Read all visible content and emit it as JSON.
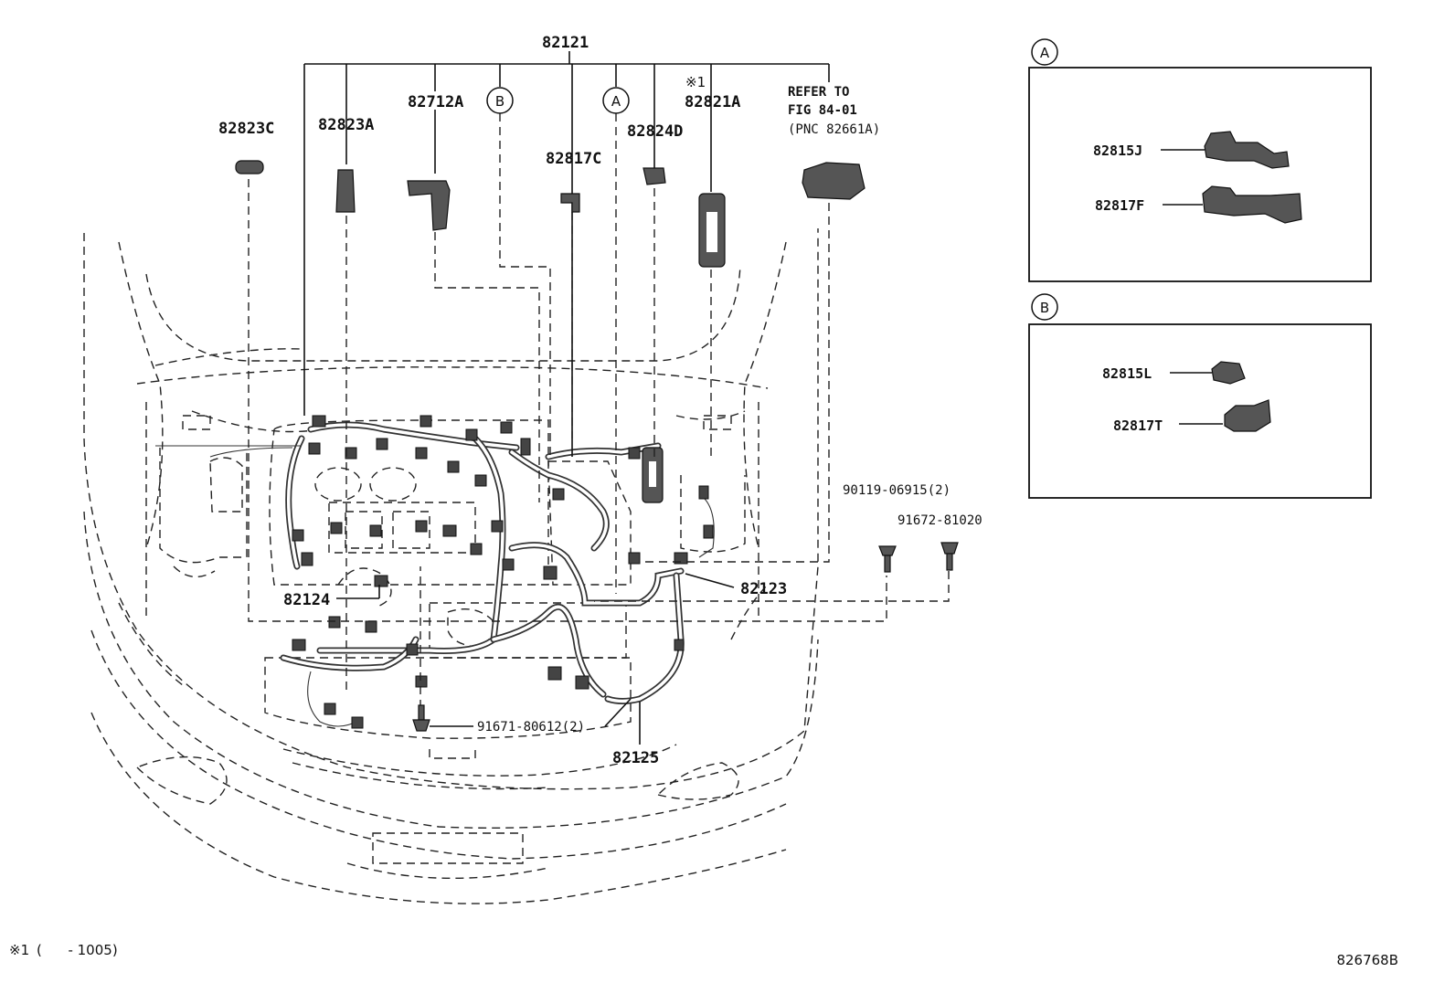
{
  "labels": {
    "main_harness": "82121",
    "l_82823C": "82823C",
    "l_82823A": "82823A",
    "l_82712A": "82712A",
    "l_82817C": "82817C",
    "l_82824D": "82824D",
    "l_82821A": "82821A",
    "note_mark": "※1",
    "refer_line1": "REFER TO",
    "refer_line2": "FIG 84-01",
    "refer_line3": "(PNC 82661A)",
    "l_90119": "90119-06915(2)",
    "l_91672": "91672-81020",
    "l_82123": "82123",
    "l_82124": "82124",
    "l_91671": "91671-80612(2)",
    "l_82125": "82125",
    "callout_a": "A",
    "callout_b": "B"
  },
  "inset_a": {
    "title": "A",
    "part_1": "82815J",
    "part_2": "82817F"
  },
  "inset_b": {
    "title": "B",
    "part_1": "82815L",
    "part_2": "82817T"
  },
  "footer": {
    "footnote_mark": "※1",
    "footnote_text": "(      - 1005)",
    "figure_id": "826768B"
  }
}
